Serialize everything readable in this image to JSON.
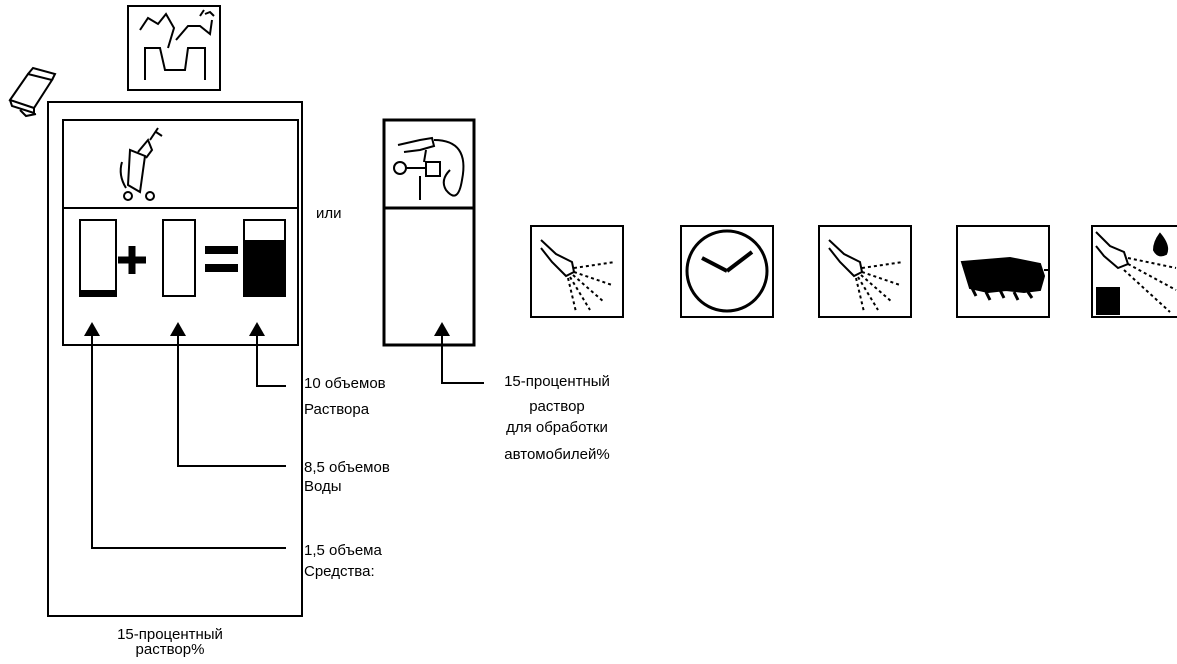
{
  "labels": {
    "or": "или",
    "solution_volumes_line1": "10 объемов",
    "solution_volumes_line2": "Раствора",
    "water_volumes_line1": "8,5 объемов",
    "water_volumes_line2": "Воды",
    "agent_volumes_line1": "1,5 объема",
    "agent_volumes_line2": "Средства:",
    "car_solution_line1": "15-процентный",
    "car_solution_line2": "раствор",
    "car_solution_line3": "для обработки",
    "car_solution_line4": "автомобилей%",
    "bottom_line1": "15-процентный",
    "bottom_line2": "раствор%"
  },
  "icons": [
    "canister-icon",
    "pouring-into-container-icon",
    "pressure-washer-icon",
    "spray-gun-with-hose-icon",
    "spray-nozzle-icon",
    "clock-icon",
    "spray-nozzle-icon",
    "hand-on-surface-icon",
    "high-pressure-rinse-icon"
  ],
  "colors": {
    "line": "#000000",
    "background": "#ffffff"
  }
}
